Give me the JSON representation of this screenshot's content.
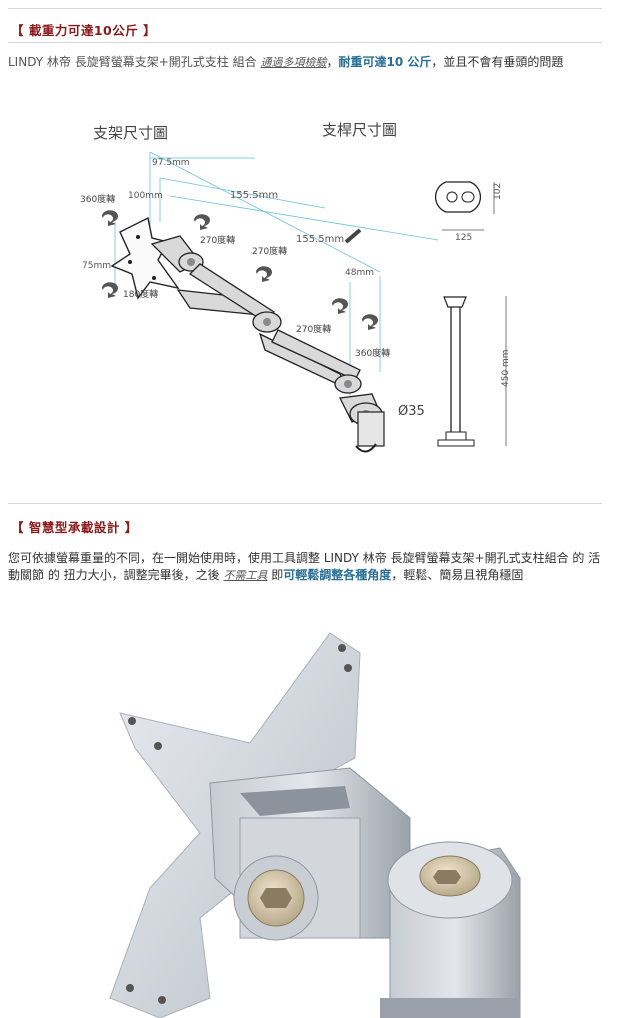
{
  "section1": {
    "title": "【 載重力可達10公斤 】",
    "p_a": "LINDY 林帝 長旋臂螢幕支架+開孔式支柱 組合",
    "p_link": "通過多項檢驗",
    "p_sep": "，",
    "p_em": "耐重可達10 公斤",
    "p_b": "，並且不會有垂頭的問題"
  },
  "diagram": {
    "title_left": "支架尺寸圖",
    "title_right": "支桿尺寸圖",
    "dims": {
      "d975": "97.5mm",
      "d100": "100mm",
      "d1555a": "155.5mm",
      "d1555b": "155.5mm",
      "d48": "48mm",
      "d75": "75mm",
      "d102": "102",
      "d125": "125",
      "d450": "450 mm",
      "d35": "Ø35"
    },
    "rot": {
      "r360a": "360度轉",
      "r180": "180度轉",
      "r270a": "270度轉",
      "r270b": "270度轉",
      "r270c": "270度轉",
      "r360b": "360度轉"
    }
  },
  "section2": {
    "title": "【 智慧型承載設計 】",
    "p_a": "您可依據螢幕重量的不同，在一開始使用時，使用工具調整 LINDY 林帝 長旋臂螢幕支架+開孔式支柱組合 的 活動關節 的 扭力大小，調整完畢後，之後",
    "p_link": "不需工具",
    "p_mid": " 即",
    "p_em": "可輕鬆調整各種角度",
    "p_b": "，輕鬆、簡易且視角穩固"
  },
  "colors": {
    "title_red": "#8a1a1a",
    "emphasis_blue": "#2a6f94",
    "cyan_dim": "#6cc3d6"
  }
}
